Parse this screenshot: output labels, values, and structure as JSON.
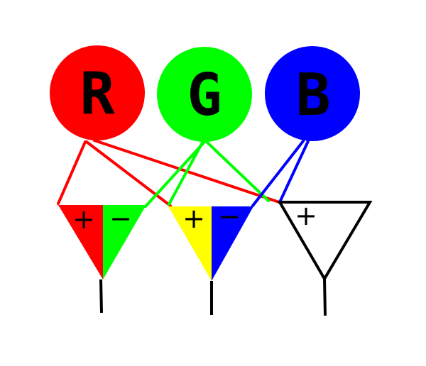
{
  "colors": {
    "red": "#ff0000",
    "green": "#00ff00",
    "blue": "#0000ff",
    "yellow": "#ffff00",
    "black": "#000000",
    "white": "#ffffff"
  },
  "cones": {
    "red": {
      "letter": "R"
    },
    "green": {
      "letter": "G"
    },
    "blue": {
      "letter": "B"
    }
  },
  "channels": {
    "red_green": {
      "plus": "+",
      "minus": "−"
    },
    "yellow_blue": {
      "plus": "+",
      "minus": "−"
    },
    "luminance": {
      "plus": "+"
    }
  }
}
